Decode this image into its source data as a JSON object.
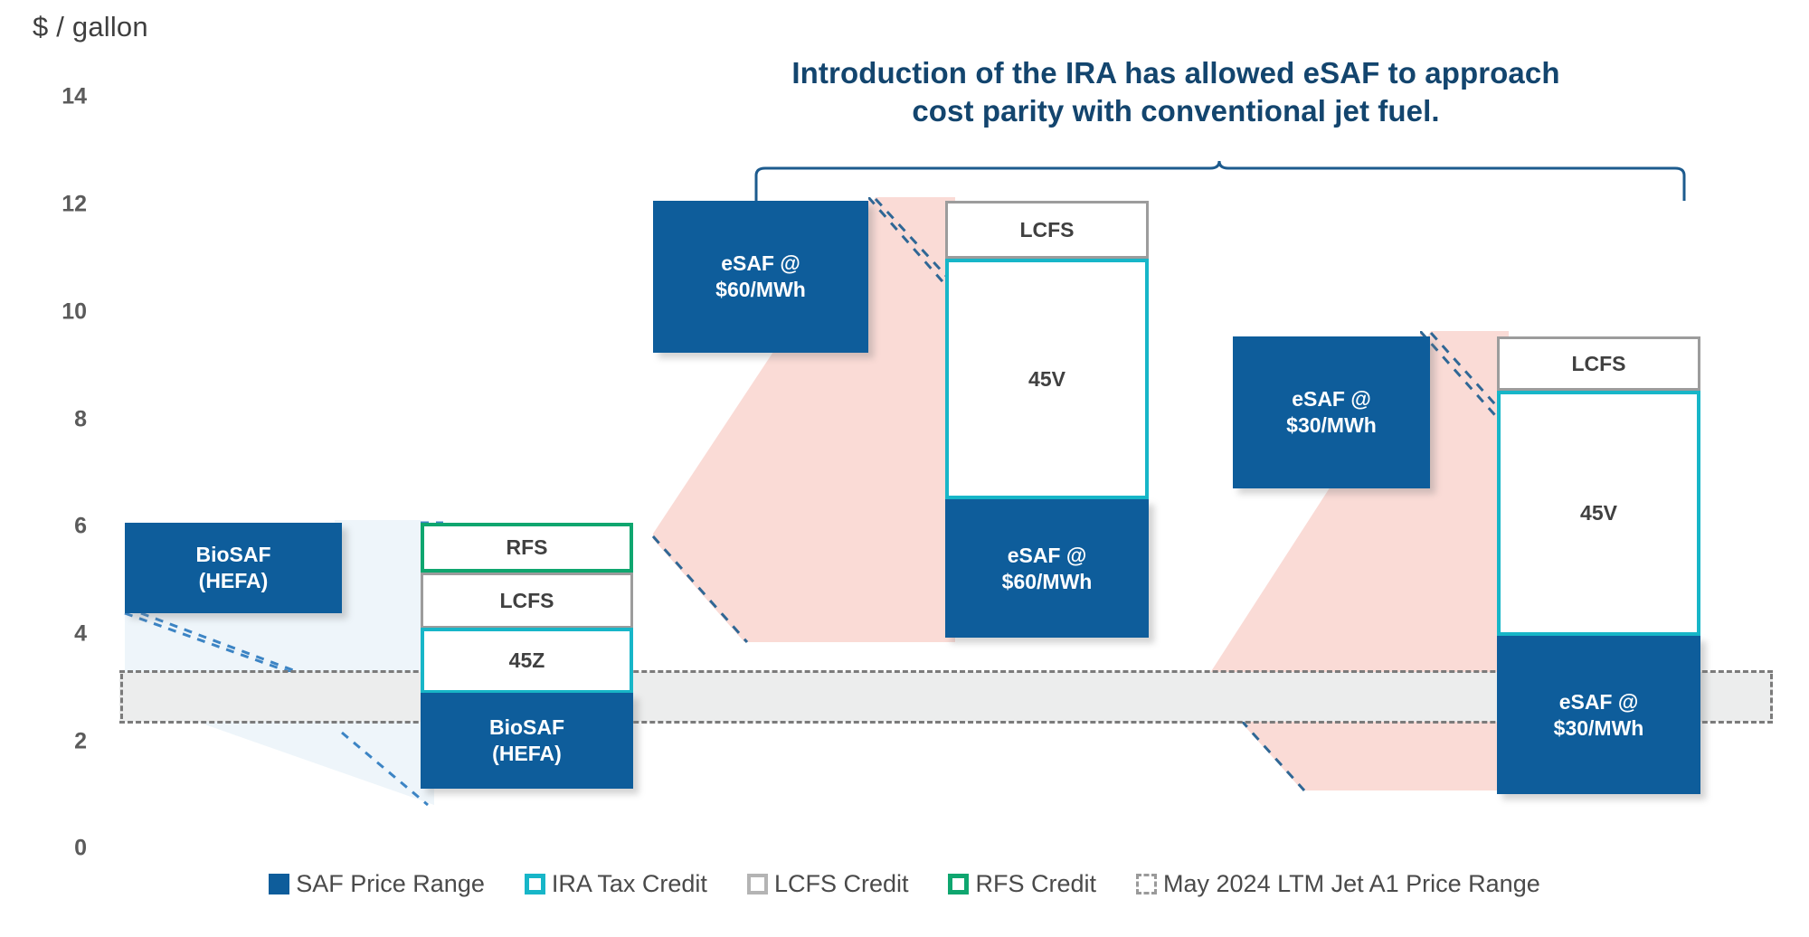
{
  "chart": {
    "type": "bar",
    "axis_title": "$ / gallon",
    "callout_title_line1": "Introduction of the IRA has allowed eSAF to approach",
    "callout_title_line2": "cost parity with conventional jet fuel.",
    "yticks": [
      14,
      12,
      10,
      8,
      6,
      4,
      2,
      0
    ],
    "colors": {
      "saf_blue": "#0e5d9b",
      "ira_cyan": "#17b6c8",
      "lcfs_gray": "#9c9c9c",
      "rfs_green": "#0fa66f",
      "jet_band_fill": "#eceded",
      "jet_band_edge": "#7b7b7b",
      "wedge_pink": "#fadbd6",
      "wedge_blue": "#eef5fa",
      "title_navy": "#13456e"
    },
    "jet_fuel_band": {
      "label": "May 2024 LTM Jet A1 Price Range",
      "low": 2.36,
      "high": 3.33
    },
    "bars": {
      "g1_unabated": {
        "label_line1": "BioSAF",
        "label_line2": "(HEFA)",
        "low": 5.05,
        "high": 6.06
      },
      "g1_rfs": {
        "label": "RFS",
        "low": 5.15,
        "high": 6.06
      },
      "g1_lcfs": {
        "label": "LCFS",
        "low": 4.11,
        "high": 5.15
      },
      "g1_45z": {
        "label": "45Z",
        "low": 2.9,
        "high": 4.11
      },
      "g1_net": {
        "label_line1": "BioSAF",
        "label_line2": "(HEFA)",
        "low": 1.12,
        "high": 2.9
      },
      "g2_unabated": {
        "label_line1": "eSAF @",
        "label_line2": "$60/MWh",
        "low": 9.24,
        "high": 12.07
      },
      "g2_lcfs": {
        "label": "LCFS",
        "low": 10.99,
        "high": 12.07
      },
      "g2_45v": {
        "label": "45V",
        "low": 6.52,
        "high": 10.99
      },
      "g2_net": {
        "label_line1": "eSAF @",
        "label_line2": "$60/MWh",
        "low": 3.94,
        "high": 6.52
      },
      "g3_unabated": {
        "label_line1": "eSAF @",
        "label_line2": "$30/MWh",
        "low": 6.74,
        "high": 9.56
      },
      "g3_lcfs": {
        "label": "LCFS",
        "low": 8.55,
        "high": 9.53
      },
      "g3_45v": {
        "label": "45V",
        "low": 3.96,
        "high": 8.55
      },
      "g3_net": {
        "label_line1": "eSAF @",
        "label_line2": "$30/MWh",
        "low": 1.02,
        "high": 3.96
      }
    },
    "legend": [
      {
        "label": "SAF Price Range",
        "swatch": "saf-price-range-swatch"
      },
      {
        "label": "IRA Tax Credit",
        "swatch": "ira-tax-credit-swatch"
      },
      {
        "label": "LCFS Credit",
        "swatch": "lcfs-credit-swatch"
      },
      {
        "label": "RFS Credit",
        "swatch": "rfs-credit-swatch"
      },
      {
        "label": "May 2024 LTM Jet A1 Price Range",
        "swatch": "jet-a1-price-range-swatch"
      }
    ]
  }
}
